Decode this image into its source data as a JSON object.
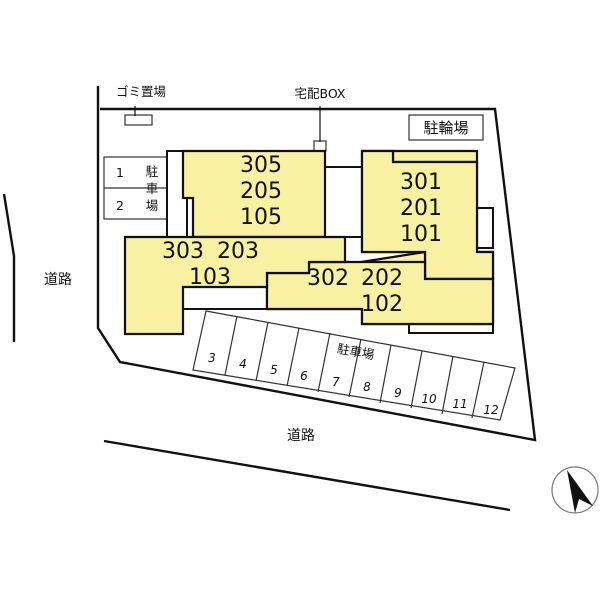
{
  "site_plan": {
    "labels": {
      "garbage": "ゴミ置場",
      "delivery_box": "宅配BOX",
      "bicycle_parking": "駐輪場",
      "parking_small_a": "駐",
      "parking_small_b": "車",
      "parking_small_c": "場",
      "parking_lot": "駐車場",
      "road_west": "道路",
      "road_south": "道路"
    },
    "parking_slots_west": [
      "1",
      "2"
    ],
    "parking_slots_south": [
      "3",
      "4",
      "5",
      "6",
      "7",
      "8",
      "9",
      "10",
      "11",
      "12"
    ],
    "buildings": {
      "block_305": {
        "lines": [
          "305",
          "205",
          "105"
        ]
      },
      "block_303": {
        "line1a": "303",
        "line1b": "203",
        "line2": "103"
      },
      "block_302": {
        "line1a": "302",
        "line1b": "202",
        "line2": "102"
      },
      "block_301": {
        "lines": [
          "301",
          "201",
          "101"
        ]
      }
    },
    "compass": {
      "icon": "north-arrow-icon"
    },
    "colors": {
      "building_fill": "#F8F1A2",
      "outline": "#111111"
    }
  }
}
